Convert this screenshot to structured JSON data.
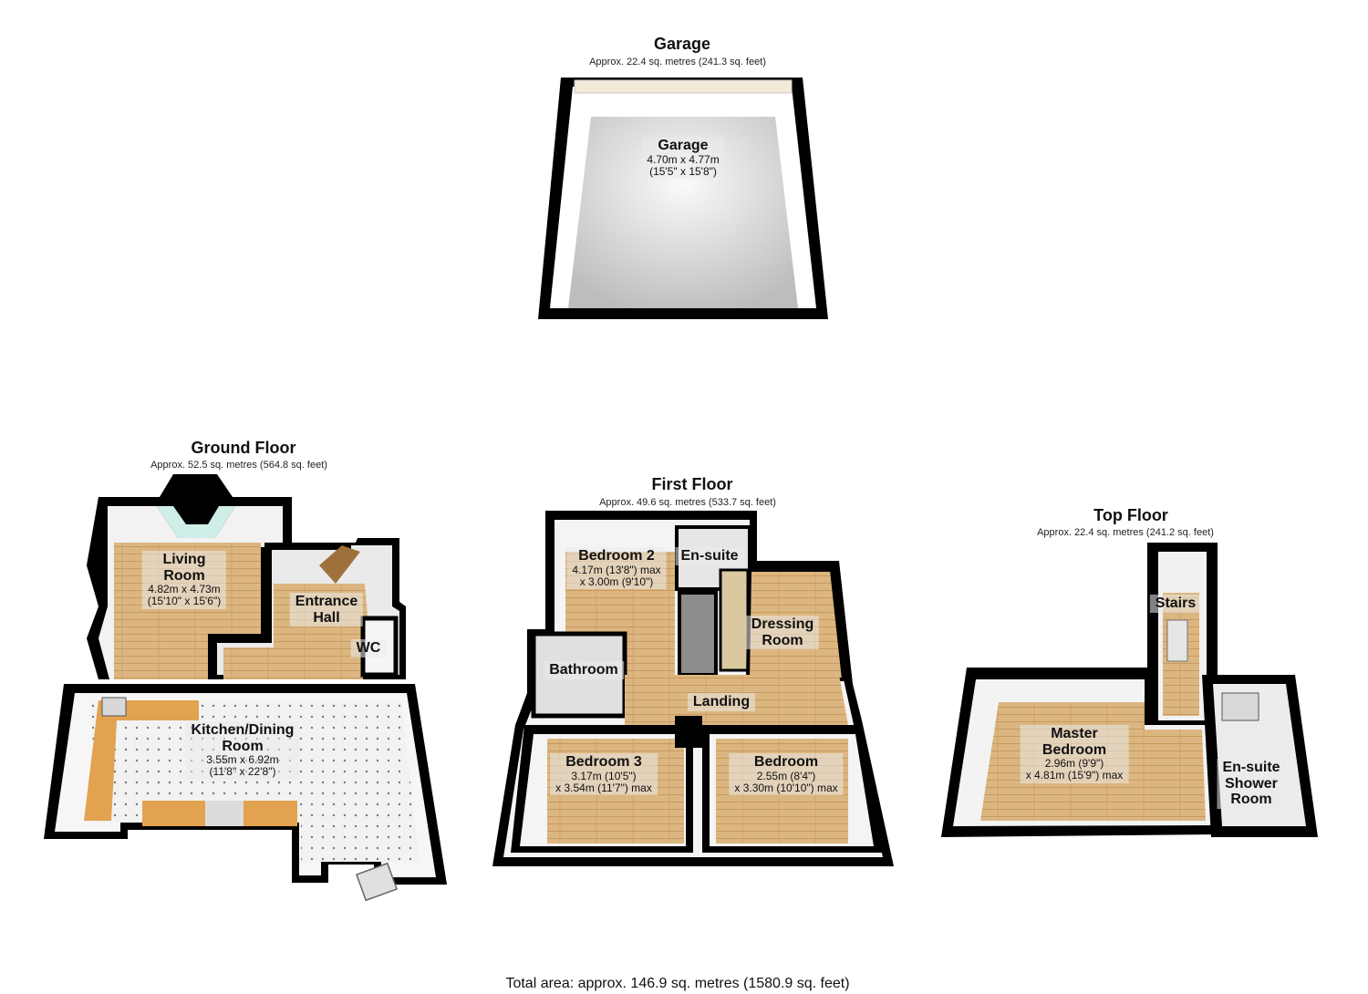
{
  "floors": {
    "garage": {
      "title": "Garage",
      "area": "Approx. 22.4 sq. metres (241.3 sq. feet)",
      "rooms": [
        {
          "name": "Garage",
          "dim1": "4.70m x 4.77m",
          "dim2": "(15'5\" x 15'8\")"
        }
      ]
    },
    "ground": {
      "title": "Ground Floor",
      "area": "Approx. 52.5 sq. metres (564.8 sq. feet)",
      "rooms": [
        {
          "name": "Living",
          "name2": "Room",
          "dim1": "4.82m x 4.73m",
          "dim2": "(15'10\" x 15'6\")"
        },
        {
          "name": "Entrance",
          "name2": "Hall"
        },
        {
          "name": "WC"
        },
        {
          "name": "Kitchen/Dining",
          "name2": "Room",
          "dim1": "3.55m x 6.92m",
          "dim2": "(11'8\" x 22'8\")"
        }
      ]
    },
    "first": {
      "title": "First Floor",
      "area": "Approx. 49.6 sq. metres (533.7 sq. feet)",
      "rooms": [
        {
          "name": "Bedroom 2",
          "dim1": "4.17m (13'8\") max",
          "dim2": "x 3.00m (9'10\")"
        },
        {
          "name": "En-suite"
        },
        {
          "name": "Dressing",
          "name2": "Room"
        },
        {
          "name": "Bathroom"
        },
        {
          "name": "Landing"
        },
        {
          "name": "Bedroom 3",
          "dim1": "3.17m (10'5\")",
          "dim2": "x 3.54m (11'7\") max"
        },
        {
          "name": "Bedroom",
          "dim1": "2.55m (8'4\")",
          "dim2": "x 3.30m (10'10\") max"
        }
      ]
    },
    "top": {
      "title": "Top Floor",
      "area": "Approx. 22.4 sq. metres (241.2 sq. feet)",
      "rooms": [
        {
          "name": "Stairs"
        },
        {
          "name": "Master",
          "name2": "Bedroom",
          "dim1": "2.96m (9'9\")",
          "dim2": "x 4.81m (15'9\") max"
        },
        {
          "name": "En-suite",
          "name2": "Shower",
          "name3": "Room"
        }
      ]
    }
  },
  "total_area": "Total area: approx. 146.9 sq. metres (1580.9 sq. feet)",
  "colors": {
    "wall": "#000000",
    "wood_floor": "#d8b27a",
    "tile_floor": "#ececec",
    "garage_floor": "#d9d9d9",
    "kitchen_worktop": "#e0a050",
    "window_glass": "#cfeee8"
  }
}
